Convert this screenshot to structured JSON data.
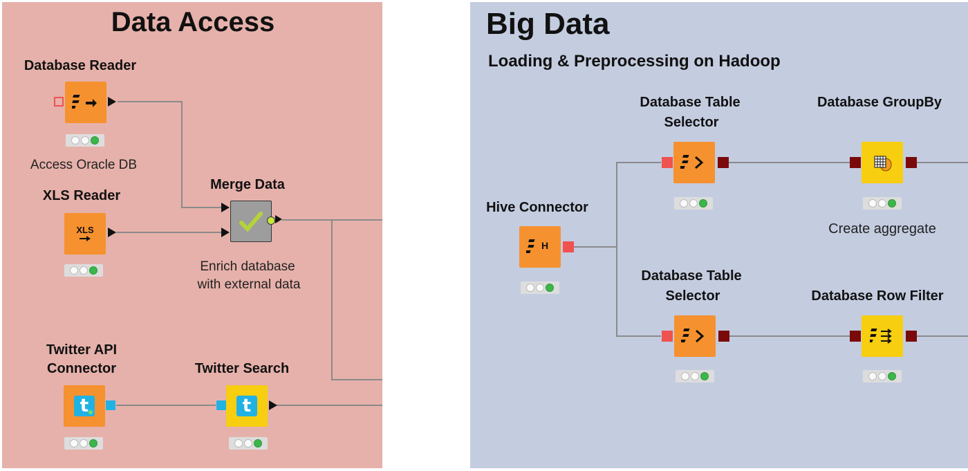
{
  "left": {
    "title": "Data Access",
    "database_reader": {
      "label": "Database Reader",
      "caption": "Access Oracle DB"
    },
    "xls_reader": {
      "label": "XLS Reader",
      "icon_text": "XLS"
    },
    "merge_data": {
      "label": "Merge Data",
      "caption_line1": "Enrich database",
      "caption_line2": "with external data"
    },
    "twitter_api": {
      "label_line1": "Twitter API",
      "label_line2": "Connector",
      "icon_text": "t"
    },
    "twitter_search": {
      "label": "Twitter Search",
      "icon_text": "t"
    }
  },
  "right": {
    "title": "Big Data",
    "subtitle": "Loading & Preprocessing on Hadoop",
    "hive_connector": {
      "label": "Hive Connector",
      "icon_text": "H"
    },
    "table_selector_top": {
      "label_line1": "Database Table",
      "label_line2": "Selector"
    },
    "groupby": {
      "label": "Database GroupBy",
      "caption": "Create aggregate"
    },
    "table_selector_bottom": {
      "label_line1": "Database Table",
      "label_line2": "Selector"
    },
    "row_filter": {
      "label": "Database Row Filter"
    }
  },
  "colors": {
    "left_panel": "#e6b1aa",
    "right_panel": "#c4cce0",
    "node_orange": "#f6912f",
    "node_yellow": "#f7ce10",
    "port_red": "#f0524f",
    "port_darkred": "#7a0a0a",
    "port_cyan": "#21b2e4",
    "status_green": "#3cb64a"
  }
}
